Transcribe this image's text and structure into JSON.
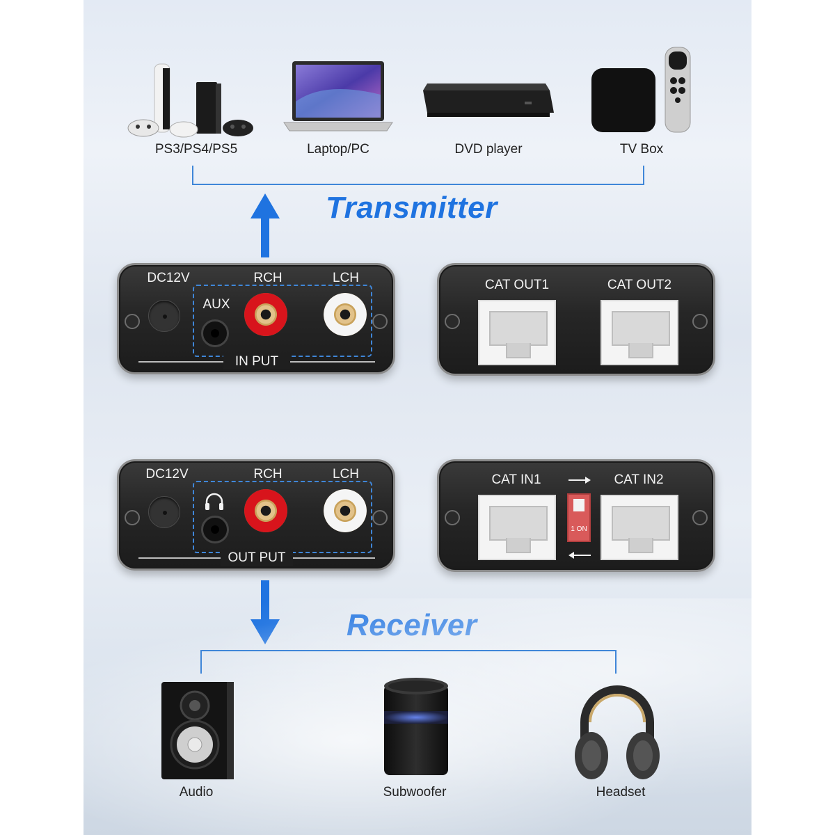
{
  "sources": [
    "PS3/PS4/PS5",
    "Laptop/PC",
    "DVD player",
    "TV Box"
  ],
  "transmitter_title": "Transmitter",
  "receiver_title": "Receiver",
  "tx_audio_panel": {
    "dc": "DC12V",
    "rch": "RCH",
    "lch": "LCH",
    "aux": "AUX",
    "footer": "IN PUT"
  },
  "tx_cat_panel": {
    "port1": "CAT OUT1",
    "port2": "CAT OUT2"
  },
  "rx_audio_panel": {
    "dc": "DC12V",
    "rch": "RCH",
    "lch": "LCH",
    "footer": "OUT PUT"
  },
  "rx_cat_panel": {
    "port1": "CAT IN1",
    "port2": "CAT IN2",
    "switch_label": "1 ON"
  },
  "outputs": [
    "Audio",
    "Subwoofer",
    "Headset"
  ],
  "colors": {
    "accent": "#1f73e0",
    "red_rca": "#d8141c",
    "white_rca": "#f5f5f5"
  }
}
